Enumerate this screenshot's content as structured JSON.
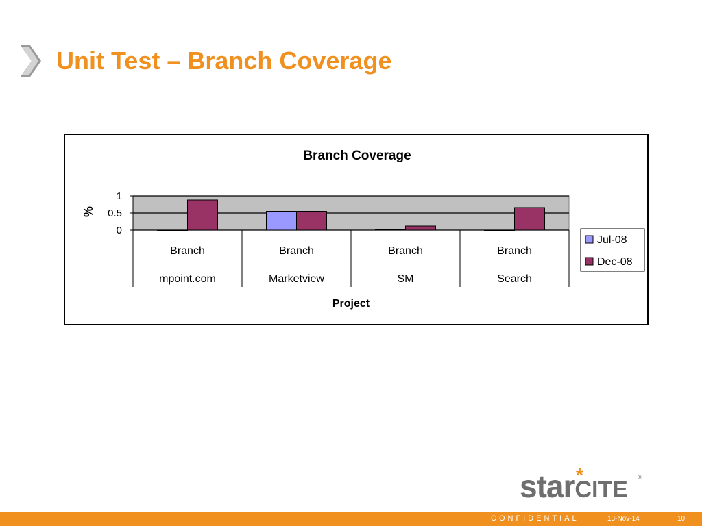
{
  "slide": {
    "title": "Unit Test – Branch Coverage",
    "logo_star": "star",
    "logo_cite": "CITE",
    "logo_reg": "®",
    "logo_asterisk": "*",
    "footer_confidential": "CONFIDENTIAL",
    "footer_date": "13-Nov-14",
    "footer_page": "10",
    "accent_color": "#f0901e"
  },
  "chart_data": {
    "type": "bar",
    "title": "Branch Coverage",
    "xlabel": "Project",
    "ylabel": "%",
    "ylim": [
      0,
      1
    ],
    "yticks": [
      "0",
      "0.5",
      "1"
    ],
    "grid": true,
    "legend_position": "right",
    "categories": [
      {
        "line1": "Branch",
        "line2": "mpoint.com"
      },
      {
        "line1": "Branch",
        "line2": "Marketview"
      },
      {
        "line1": "Branch",
        "line2": "SM"
      },
      {
        "line1": "Branch",
        "line2": "Search"
      }
    ],
    "series": [
      {
        "name": "Jul-08",
        "color": "#9999ff",
        "values": [
          0,
          0.55,
          0.02,
          0
        ]
      },
      {
        "name": "Dec-08",
        "color": "#993366",
        "values": [
          0.88,
          0.55,
          0.12,
          0.66
        ]
      }
    ],
    "plot_background": "#c0c0c0"
  }
}
